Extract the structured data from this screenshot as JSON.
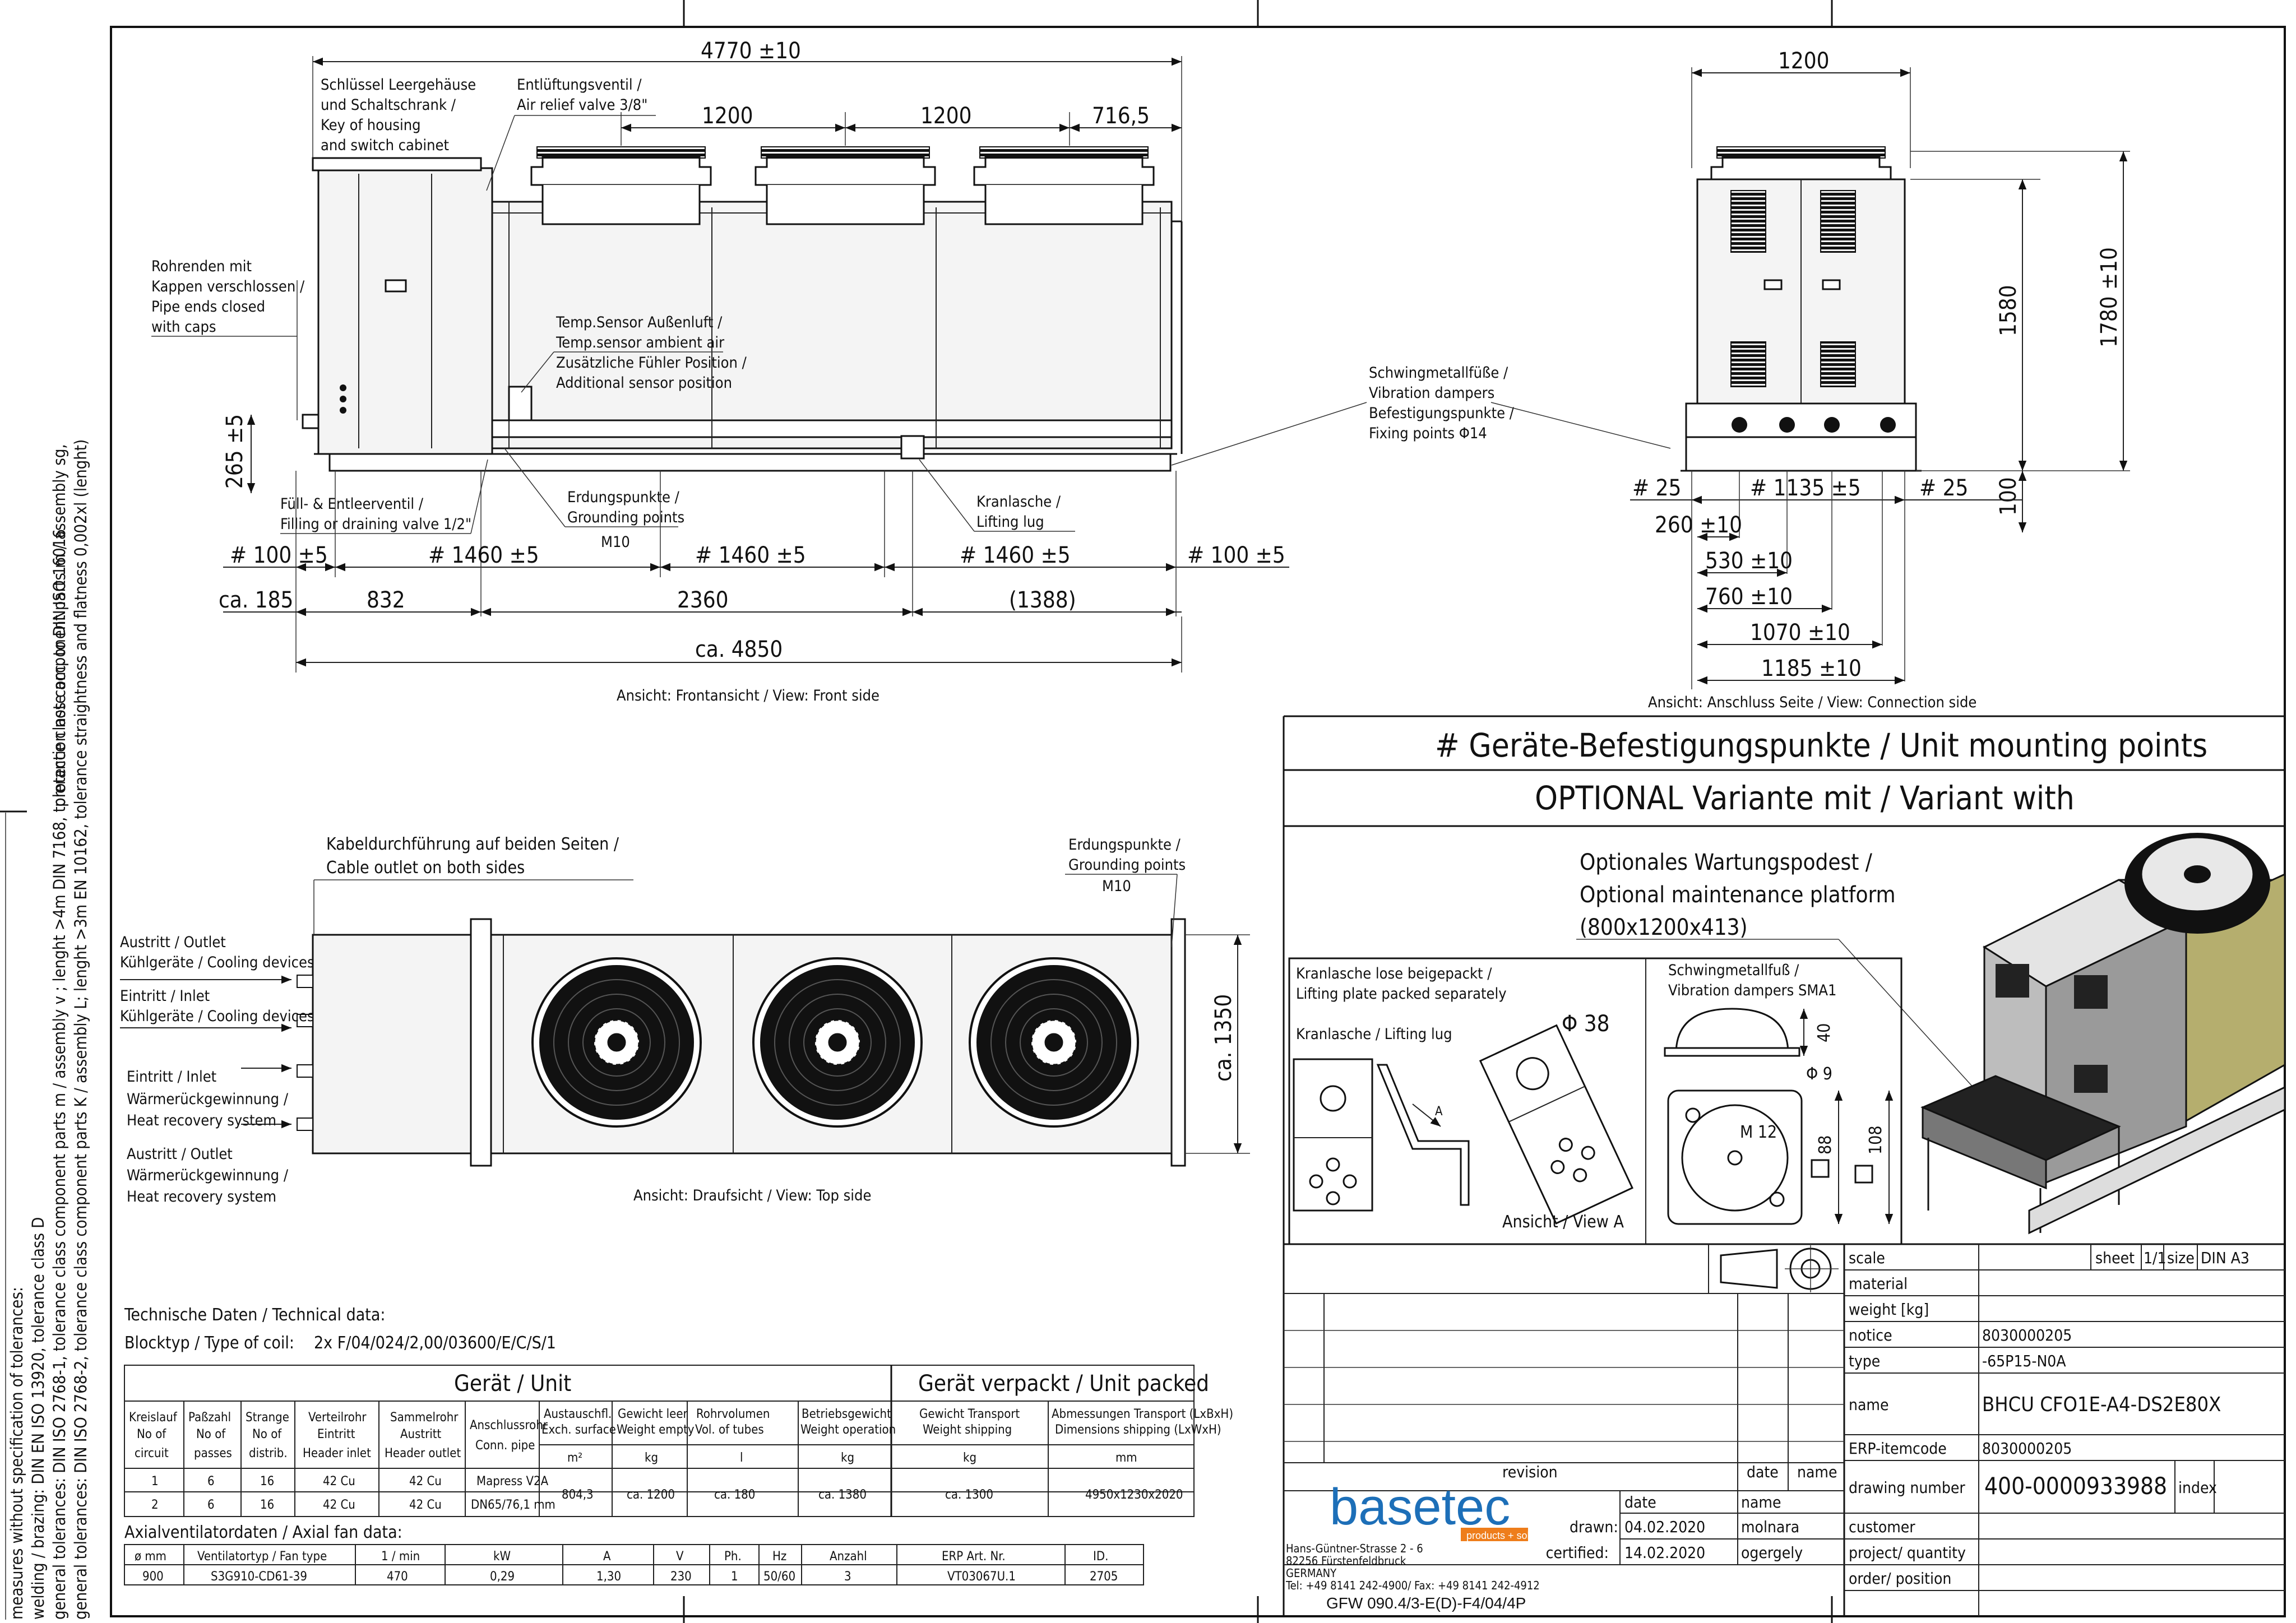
{
  "colors": {
    "line": "#111111",
    "logo_blue": "#1d6fb8",
    "logo_orange": "#ee7d1b"
  },
  "front_view": {
    "caption": "Ansicht: Frontansicht / View: Front side",
    "dim_total_top": "4770  ±10",
    "dim_fan_1": "1200",
    "dim_fan_2": "1200",
    "dim_fan_3": "716,5",
    "dim_height_left": "265  ±5",
    "mount_row": [
      "# 100  ±5",
      "# 1460  ±5",
      "# 1460  ±5",
      "# 1460  ±5",
      "# 100  ±5"
    ],
    "seg_row": [
      "ca.  185",
      "832",
      "2360",
      "(1388)"
    ],
    "total_row": "ca.  4850",
    "notes": {
      "key_housing": [
        "Schlüssel Leergehäuse",
        "und Schaltschrank /",
        "Key of housing",
        "and switch cabinet"
      ],
      "air_relief": [
        "Entlüftungsventil /",
        "Air relief valve 3/8\""
      ],
      "pipe_ends": [
        "Rohrenden mit",
        "Kappen verschlossen /",
        "Pipe ends closed",
        "with caps"
      ],
      "temp_sensor": [
        "Temp.Sensor Außenluft /",
        "Temp.sensor ambient air",
        "Zusätzliche Fühler Position /",
        "Additional sensor position"
      ],
      "fill_drain": [
        "Füll- & Entleerventil /",
        "Filling or draining valve 1/2\""
      ],
      "grounding": [
        "Erdungspunkte /",
        "Grounding points",
        "M10"
      ],
      "lifting": [
        "Kranlasche /",
        "Lifting lug"
      ],
      "dampers": [
        "Schwingmetallfüße /",
        "Vibration dampers",
        "Befestigungspunkte /",
        "Fixing points Φ14"
      ]
    }
  },
  "side_view": {
    "caption": "Ansicht: Anschluss Seite / View: Connection side",
    "dim_top": "1200",
    "dim_1580": "1580",
    "dim_1780": "1780  ±10",
    "dim_100": "100",
    "mount_row": [
      "# 25",
      "# 1135  ±5",
      "# 25"
    ],
    "dims": [
      "260  ±10",
      "530  ±10",
      "760  ±10",
      "1070  ±10",
      "1185  ±10"
    ]
  },
  "top_view": {
    "caption": "Ansicht: Draufsicht / View: Top side",
    "dim_depth": "ca.  1350",
    "notes": {
      "cable": [
        "Kabeldurchführung auf beiden Seiten /",
        "Cable outlet on both sides"
      ],
      "grounding": [
        "Erdungspunkte /",
        "Grounding points",
        "M10"
      ],
      "outlet_cool": [
        "Austritt / Outlet",
        "Kühlgeräte / Cooling devices"
      ],
      "inlet_cool": [
        "Eintritt / Inlet",
        "Kühlgeräte / Cooling devices"
      ],
      "inlet_heat": [
        "Eintritt / Inlet",
        "Wärmerückgewinnung /",
        "Heat recovery system"
      ],
      "outlet_heat": [
        "Austritt / Outlet",
        "Wärmerückgewinnung /",
        "Heat recovery system"
      ]
    }
  },
  "tolerance_notes": [
    "measures without specification of tolerances:",
    "welding / brazing:          DIN EN ISO 13920, tolerance class D",
    "general tolerances:   DIN ISO 2768-1, tolerance class component parts m / assembly v ; lenght >4m DIN 7168,  tolerance class component parts m / assembly sg,",
    "general tolerances:   DIN ISO 2768-2, tolerance class component parts K / assembly L; lenght >3m EN 10162,  tolerance straightness and flatness 0,002xl (lenght)",
    "protection note acc. to  DIN ISO 16016"
  ],
  "technical": {
    "title": "Technische Daten / Technical data:",
    "coil_label": "Blocktyp / Type of coil:",
    "coil_value": "2x F/04/024/2,00/03600/E/C/S/1",
    "unit_header": "Gerät / Unit",
    "packed_header": "Gerät verpackt / Unit packed",
    "unit_cols": [
      [
        "Kreislauf",
        "No of",
        "circuit"
      ],
      [
        "Paßzahl",
        "No of",
        "passes"
      ],
      [
        "Strange",
        "No of",
        "distrib."
      ],
      [
        "Verteilrohr",
        "Eintritt",
        "Header inlet"
      ],
      [
        "Sammelrohr",
        "Austritt",
        "Header outlet"
      ],
      [
        "Anschlussrohr",
        "Conn. pipe"
      ],
      [
        "Austauschfl.",
        "Exch. surface"
      ],
      [
        "Gewicht leer",
        "Weight empty"
      ],
      [
        "Rohrvolumen",
        "Vol. of tubes"
      ],
      [
        "Betriebsgewicht",
        "Weight operation"
      ],
      [
        "Gewicht Transport",
        "Weight shipping"
      ],
      [
        "Abmessungen Transport (LxBxH)",
        "Dimensions shipping (LxWxH)"
      ]
    ],
    "units": [
      "m²",
      "kg",
      "l",
      "kg",
      "kg",
      "mm"
    ],
    "rows": [
      [
        "1",
        "6",
        "16",
        "42 Cu",
        "42 Cu"
      ],
      [
        "2",
        "6",
        "16",
        "42 Cu",
        "42 Cu"
      ]
    ],
    "pipe": [
      "Mapress V2A",
      "DN65/76,1 mm"
    ],
    "exch_surface": "804,3",
    "weight_empty": "ca. 1200",
    "tube_volume": "ca. 180",
    "weight_operation": "ca. 1380",
    "weight_shipping": "ca. 1300",
    "dims_shipping": "4950x1230x2020",
    "fan_title": "Axialventilatordaten / Axial fan data:",
    "fan_headers": [
      "ø  mm",
      "Ventilatortyp / Fan type",
      "1 / min",
      "kW",
      "A",
      "V",
      "Ph.",
      "Hz",
      "Anzahl",
      "ERP Art. Nr.",
      "ID."
    ],
    "fan_values": [
      "900",
      "S3G910-CD61-39",
      "470",
      "0,29",
      "1,30",
      "230",
      "1",
      "50/60",
      "3",
      "VT03067U.1",
      "2705"
    ]
  },
  "legend": {
    "mounting": "# Geräte-Befestigungspunkte / Unit mounting points",
    "optional": "OPTIONAL Variante mit / Variant with",
    "platform": [
      "Optionales Wartungspodest /",
      "Optional maintenance platform",
      "(800x1200x413)"
    ],
    "lifting_plate": [
      "Kranlasche lose beigepackt /",
      "Lifting plate packed separately"
    ],
    "lifting_lug": "Kranlasche / Lifting lug",
    "view_a": "Ansicht / View A",
    "arrow_a": "A",
    "dia_38": "Φ 38",
    "damper": [
      "Schwingmetallfuß /",
      "Vibration dampers SMA1"
    ],
    "d40": "40",
    "d9": "Φ 9",
    "m12": "M 12",
    "d88": "88",
    "d108": "108"
  },
  "title_block": {
    "scale_label": "scale",
    "sheet_label": "sheet",
    "sheet_value": "1/1",
    "size_label": "size",
    "size_value": "DIN  A3",
    "material_label": "material",
    "weight_label": "weight [kg]",
    "notice_label": "notice",
    "notice_value": "8030000205",
    "type_label": "type",
    "type_value": "-65P15-N0A",
    "name_label": "name",
    "name_value": "BHCU CFO1E-A4-DS2E80X",
    "erp_label": "ERP-itemcode",
    "erp_value": "8030000205",
    "drawing_label": "drawing number",
    "drawing_value": "400-0000933988",
    "index_label": "index",
    "customer_label": "customer",
    "project_label": "project/ quantity",
    "order_label": "order/ position",
    "revision_label": "revision",
    "date_col": "date",
    "name_col": "name",
    "date_hdr": "date",
    "name_hdr": "name",
    "drawn_label": "drawn:",
    "drawn_date": "04.02.2020",
    "drawn_name": "molnara",
    "certified_label": "certified:",
    "certified_date": "14.02.2020",
    "certified_name": "ogergely",
    "logo_text": "basetec",
    "logo_sub": "products + solutions",
    "address": [
      "Hans-Güntner-Strasse 2 - 6",
      "82256 Fürstenfeldbruck",
      "GERMANY",
      "Tel: +49 8141 242-4900/ Fax: +49 8141 242-4912"
    ],
    "form_code": "GFW 090.4/3-E(D)-F4/04/4P"
  }
}
